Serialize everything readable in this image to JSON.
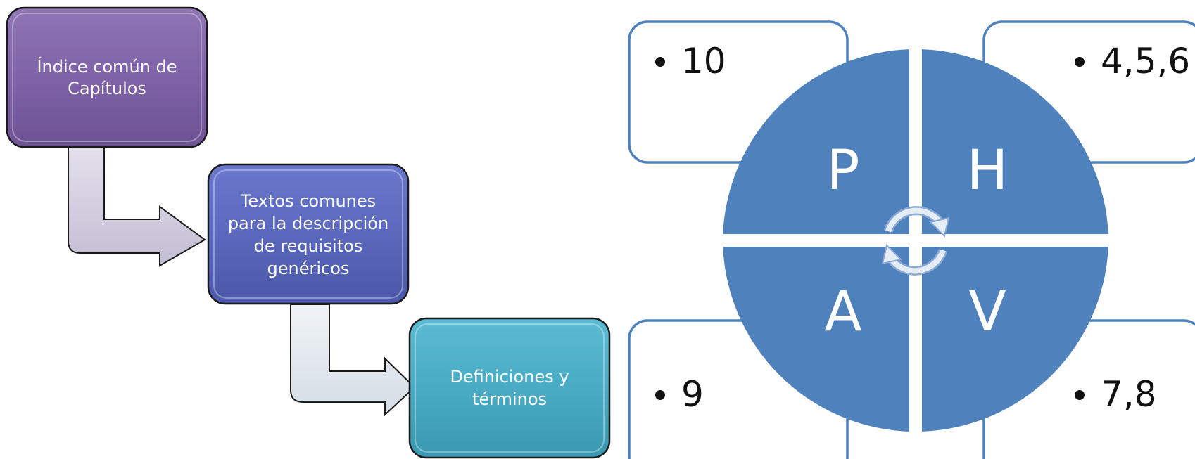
{
  "process": {
    "step1": {
      "line1": "Índice común de",
      "line2": "Capítulos",
      "color": "#8064A2"
    },
    "step2": {
      "line1": "Textos comunes",
      "line2": "para la descripción",
      "line3": "de requisitos",
      "line4": "genéricos",
      "color": "#5B6BBF"
    },
    "step3": {
      "line1": "Definiciones y",
      "line2": "términos",
      "color": "#4BACC6"
    }
  },
  "cycle": {
    "color": "#4F81BD",
    "quadrants": {
      "p": {
        "letter": "P",
        "bullet": "10"
      },
      "h": {
        "letter": "H",
        "bullet": "4,5,6"
      },
      "a": {
        "letter": "A",
        "bullet": "9"
      },
      "v": {
        "letter": "V",
        "bullet": "7,8"
      }
    }
  }
}
